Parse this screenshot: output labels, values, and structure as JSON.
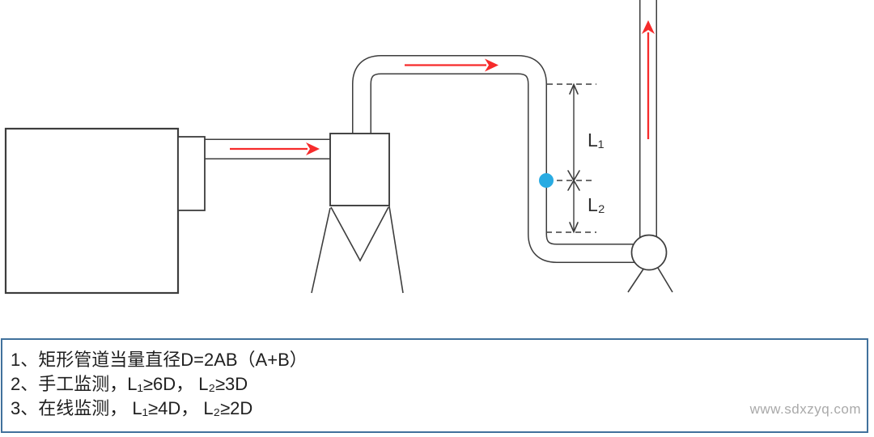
{
  "diagram": {
    "labels": {
      "l1": "L₁",
      "l2": "L₂"
    },
    "colors": {
      "line": "#3d3d3d",
      "flow_arrow": "#f62b2b",
      "sampling_point": "#29abe2",
      "notes_border": "#41719c"
    }
  },
  "notes": {
    "lines": [
      "1、矩形管道当量直径D=2AB（A+B）",
      "2、手工监测，L₁≥6D， L₂≥3D",
      "3、在线监测， L₁≥4D， L₂≥2D"
    ]
  },
  "watermark": {
    "text": "www.sdxzyq.com"
  }
}
